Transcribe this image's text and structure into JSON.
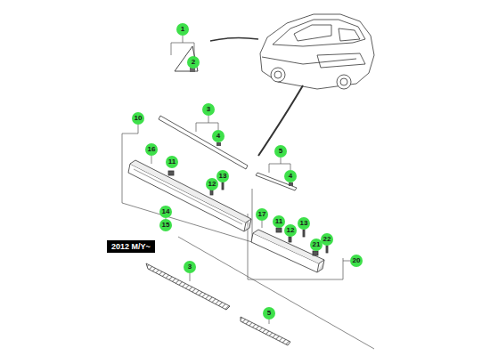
{
  "diagram": {
    "nodes": [
      {
        "text": [
          "2012 M/Y~"
        ]
      }
    ],
    "labels": [
      "1",
      "2",
      "3",
      "4",
      "5",
      "4",
      "10",
      "16",
      "11",
      "13",
      "12",
      "14",
      "15",
      "17",
      "11",
      "13",
      "12",
      "21",
      "22",
      "20",
      "3",
      "5"
    ]
  }
}
